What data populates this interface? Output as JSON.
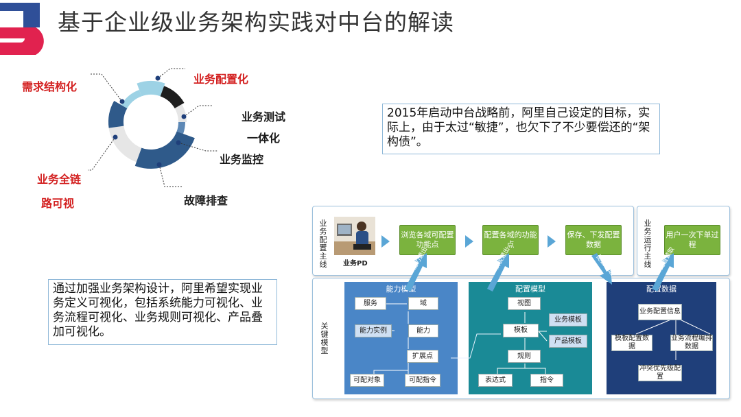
{
  "header": {
    "title": "基于企业级业务架构实践对中台的解读"
  },
  "ring": {
    "labels": {
      "req_struct": "需求结构化",
      "biz_config": "业务配置化",
      "test_line1": "业务测试",
      "test_line2": "一体化",
      "monitor": "业务监控",
      "troubleshoot": "故障排查",
      "fulllink_line1": "业务全链",
      "fulllink_line2": "路可视"
    },
    "colors": {
      "red": "#d32020",
      "navy": "#2f5a8a",
      "mid": "#5d88b5",
      "light": "#9dd2e5",
      "grey": "#e6e6e6",
      "black": "#1e1e1e"
    }
  },
  "notes": {
    "top": "2015年启动中台战略前，阿里自己设定的目标，实际上，由于太过“敏捷”，也欠下了不少要偿还的“架构债”。",
    "bottom": "通过加强业务架构设计，阿里希望实现业务定义可视化，包括系统能力可视化、业务流程可视化、业务规则可视化、产品叠加可视化。"
  },
  "diagram": {
    "config_line": "业务配置主线",
    "run_line": "业务运行主线",
    "key_model": "关键模型",
    "person": "业务PD",
    "steps": {
      "s1": "浏览各域可配置功能点",
      "s2": "配置各域的功能点",
      "s3": "保存、下发配置数据",
      "s4": "用户一次下单过程"
    },
    "arrows": {
      "a1": "能力透出",
      "a2": "模板透出",
      "a3": "配置推送",
      "a4": "配置读取"
    },
    "ability": {
      "title": "能力模型",
      "service": "服务",
      "domain": "域",
      "instance": "能力实例",
      "ability": "能力",
      "ext": "扩展点",
      "obj": "可配对象",
      "instr": "可配指令"
    },
    "config_model": {
      "title": "配置模型",
      "view": "视图",
      "tmpl": "模板",
      "biz_tmpl": "业务模板",
      "prod_tmpl": "产品模板",
      "rule": "规则",
      "expr": "表达式",
      "instr": "指令"
    },
    "config_data": {
      "title": "配置数据",
      "info": "业务配置信息",
      "tmpl_data": "模板配置数据",
      "flow_data": "业务流程编排数据",
      "conflict": "冲突优先级配置"
    },
    "colors": {
      "ability_bg": "#4a86c7",
      "config_bg": "#1a8a96",
      "data_bg": "#1f3f7a",
      "green": "#7bb33e",
      "chev": "#5aa6d6"
    }
  }
}
